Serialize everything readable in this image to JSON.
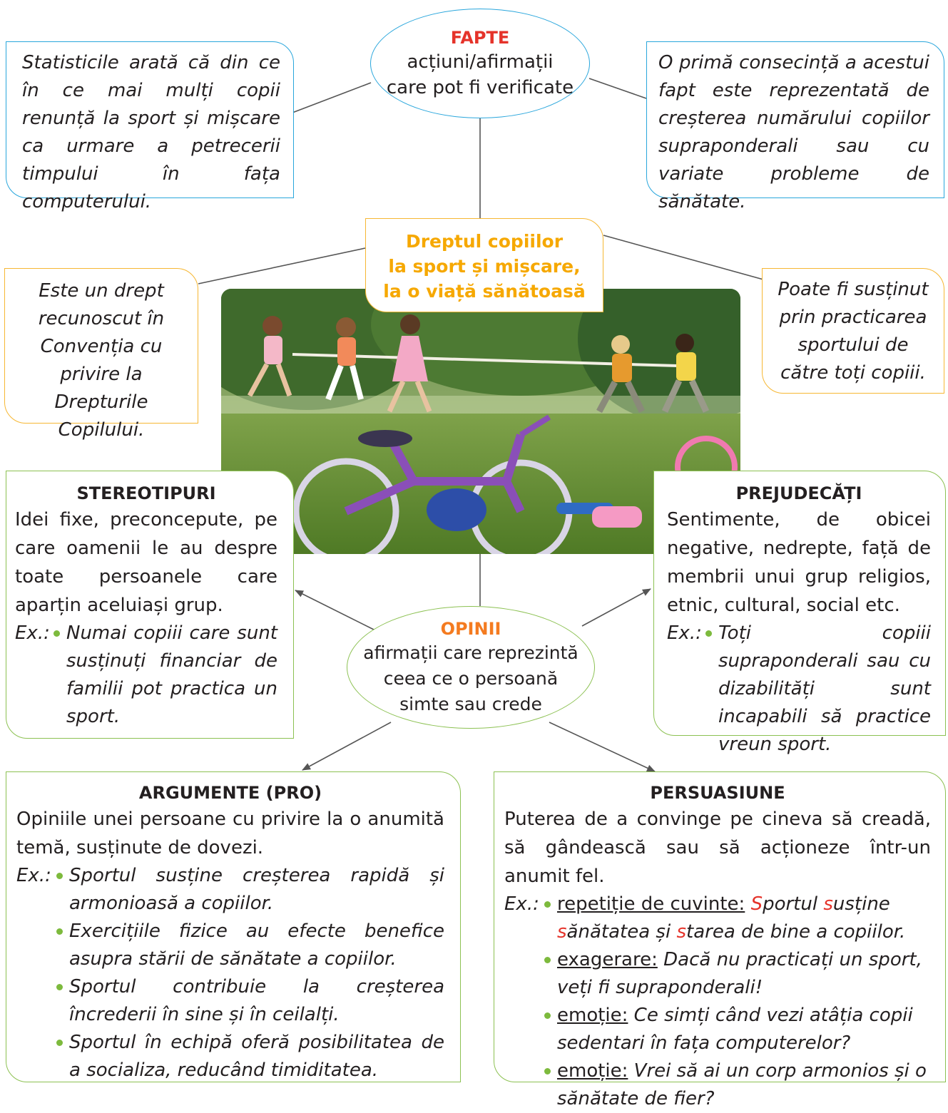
{
  "fapte": {
    "title": "FAPTE",
    "line1": "acțiuni/afirmații",
    "line2": "care pot fi verificate"
  },
  "fact_left": "Statisticile arată că din ce în ce mai mulți copii renunță la sport și mișcare ca urmare a petrecerii timpului în fața computerului.",
  "fact_right": "O primă consecință a acestui fapt este reprezentată de creșterea numărului copiilor supraponderali sau cu variate probleme de sănătate.",
  "center": {
    "line1": "Dreptul copiilor",
    "line2": "la sport și mișcare,",
    "line3": "la o viață sănătoasă"
  },
  "left_orange": "Este un drept recunoscut în Convenția cu privire la Drepturile Copilului.",
  "right_orange": "Poate fi susținut prin practicarea sportului de către toți copiii.",
  "stereotipuri": {
    "title": "STEREOTIPURI",
    "text": "Idei fixe, preconcepute, pe care oamenii le au despre toate persoanele care aparțin aceluiași grup.",
    "ex_label": "Ex.:",
    "example": "Numai copiii care sunt susținuți financiar de familii pot practica un sport."
  },
  "prejudecati": {
    "title": "PREJUDECĂȚI",
    "text": "Sentimente, de obicei negative, nedrepte, față de membrii unui grup religios, etnic, cultural, social etc.",
    "ex_label": "Ex.:",
    "example": "Toți copiii supraponderali sau cu dizabilități sunt incapabili să practice vreun sport."
  },
  "opinii": {
    "title": "OPINII",
    "line1": "afirmații care reprezintă",
    "line2": "ceea ce o persoană",
    "line3": "simte sau crede"
  },
  "argumente": {
    "title": "ARGUMENTE (PRO)",
    "text": "Opiniile unei persoane cu privire la o anumită temă, susținute de dovezi.",
    "ex_label": "Ex.:",
    "items": [
      "Sportul susține creșterea rapidă și armonioasă a copiilor.",
      "Exercițiile fizice au efecte benefice asupra stării de sănătate a copiilor.",
      "Sportul contribuie la creșterea încrederii în sine și în ceilalți.",
      "Sportul în echipă oferă posibilitatea de a socializa, reducând timiditatea."
    ]
  },
  "persuasiune": {
    "title": "PERSUASIUNE",
    "text": "Puterea de a convinge pe cineva să creadă, să gândească sau să acționeze într-un anumit fel.",
    "ex_label": "Ex.:",
    "items": [
      {
        "label": "repetiție de cuvinte:",
        "s1": "S",
        "t1": "portul ",
        "s2": "s",
        "t2": "usține ",
        "s3": "s",
        "t3": "ănătatea ",
        "t4": "și ",
        "s4": "s",
        "t5": "tarea de bine a copiilor."
      },
      {
        "label": "exagerare:",
        "text": "Dacă nu practicați un sport, veți fi supraponderali!"
      },
      {
        "label": "emoție:",
        "text": "Ce simți când vezi atâția copii sedentari în fața computerelor?"
      },
      {
        "label": "emoție:",
        "text": "Vrei să ai un corp armonios și o sănătate de fier?"
      }
    ]
  },
  "colors": {
    "fapte_title": "#e5332a",
    "opinii_title": "#f47b20",
    "center_text": "#f6a800",
    "blue": "#29a6dc",
    "orange": "#f6b733",
    "green": "#8cc152",
    "bullet": "#7dba3d"
  }
}
